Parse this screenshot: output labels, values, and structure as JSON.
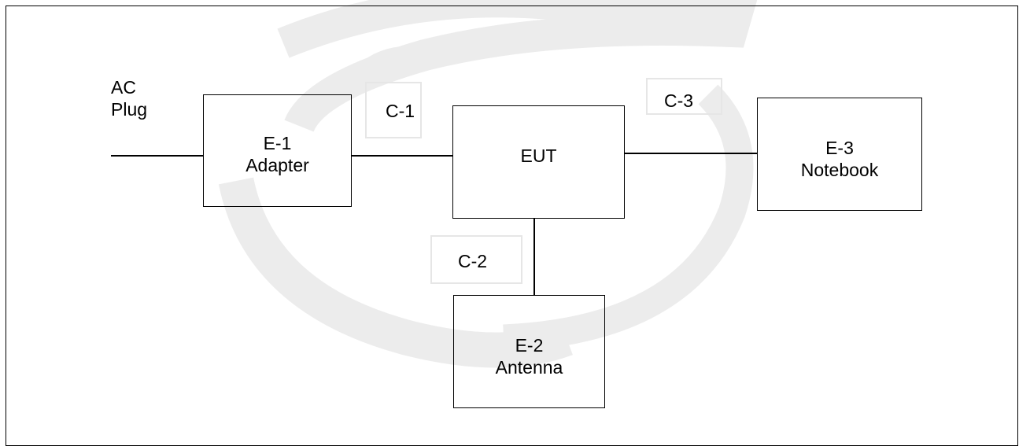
{
  "diagram": {
    "source": {
      "line1": "AC",
      "line2": "Plug"
    },
    "nodes": {
      "e1": {
        "id": "E-1",
        "name": "Adapter"
      },
      "eut": {
        "name": "EUT"
      },
      "e2": {
        "id": "E-2",
        "name": "Antenna"
      },
      "e3": {
        "id": "E-3",
        "name": "Notebook"
      }
    },
    "cables": {
      "c1": "C-1",
      "c2": "C-2",
      "c3": "C-3"
    },
    "colors": {
      "stroke": "#000000",
      "watermark": "#e9e9e9"
    }
  }
}
